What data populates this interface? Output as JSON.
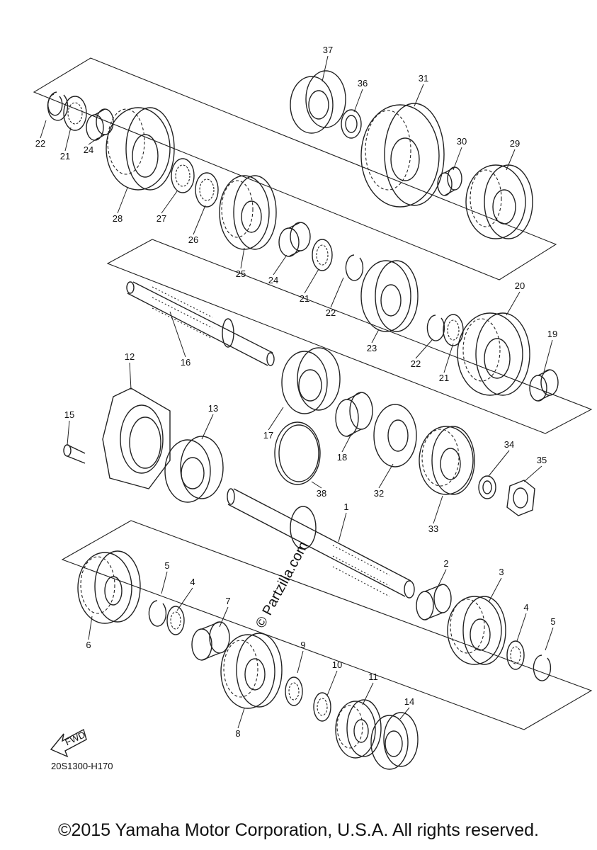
{
  "drawing_code": "20S1300-H170",
  "copyright": "©2015 Yamaha Motor Corporation, U.S.A. All rights reserved.",
  "watermark": "© Partzilla.com",
  "fwd_label": "FWD",
  "part_numbers": [
    "1",
    "2",
    "3",
    "4",
    "5",
    "6",
    "7",
    "8",
    "9",
    "10",
    "11",
    "12",
    "13",
    "14",
    "15",
    "16",
    "17",
    "18",
    "19",
    "20",
    "21",
    "22",
    "23",
    "24",
    "25",
    "26",
    "27",
    "28",
    "29",
    "30",
    "31",
    "32",
    "33",
    "34",
    "35",
    "36",
    "37",
    "38"
  ]
}
